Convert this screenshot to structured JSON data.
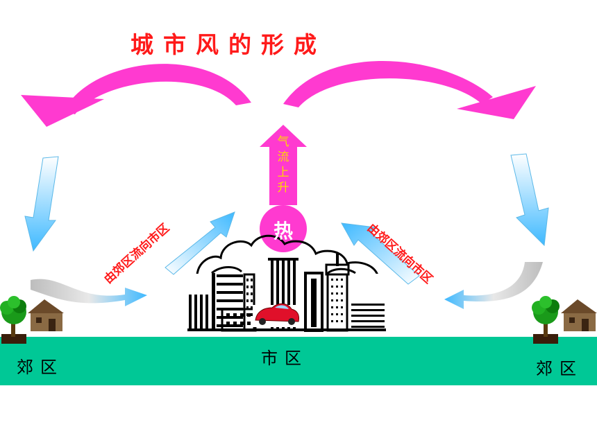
{
  "title": "城市风的形成",
  "labels": {
    "suburb_left": "郊区",
    "city": "市区",
    "suburb_right": "郊区",
    "heat": "热",
    "updraft": [
      "气",
      "流",
      "上",
      "升"
    ],
    "flow_left": "由郊区流向市区",
    "flow_right": "由郊区流向市区"
  },
  "colors": {
    "ground": "#00c896",
    "curve_arrow": "#ff3ad0",
    "heat_circle": "#ff3ad0",
    "updraft_arrow": "#ff3ad0",
    "updraft_text": "#ffd900",
    "title_text": "#ff1a1a",
    "flow_text": "#ff1a1a",
    "air_arrow": "#7fd4ff"
  },
  "icons": [
    "tree-icon",
    "house-icon",
    "car-icon",
    "city-skyline-icon"
  ]
}
